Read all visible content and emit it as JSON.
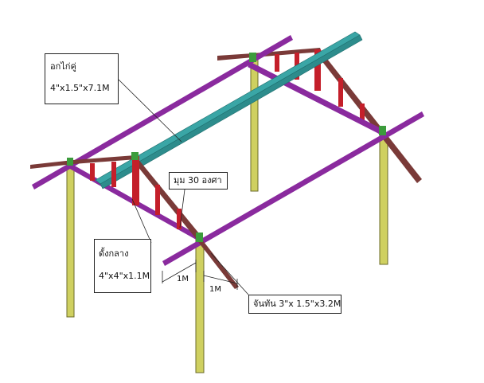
{
  "callouts": {
    "ridge_beam": {
      "name": "อกไก่คู่",
      "size": "4\"x1.5\"x7.1M"
    },
    "roof_angle": {
      "label": "มุม 30 องศา"
    },
    "king_post": {
      "name": "ดั้งกลาง",
      "size": "4\"x4\"x1.1M"
    },
    "rafter": {
      "label": "จันทัน 3\"x 1.5\"x3.2M"
    }
  },
  "dimensions": {
    "spacing_1": "1M",
    "spacing_2": "1M"
  },
  "colors": {
    "post": "#cfd060",
    "purlin_purple": "#8a2a9e",
    "ridge_teal": "#3aa6a6",
    "rafter_brown": "#7a3a38",
    "king_post_red": "#c41f2a",
    "connector_green": "#3c9c3c"
  }
}
